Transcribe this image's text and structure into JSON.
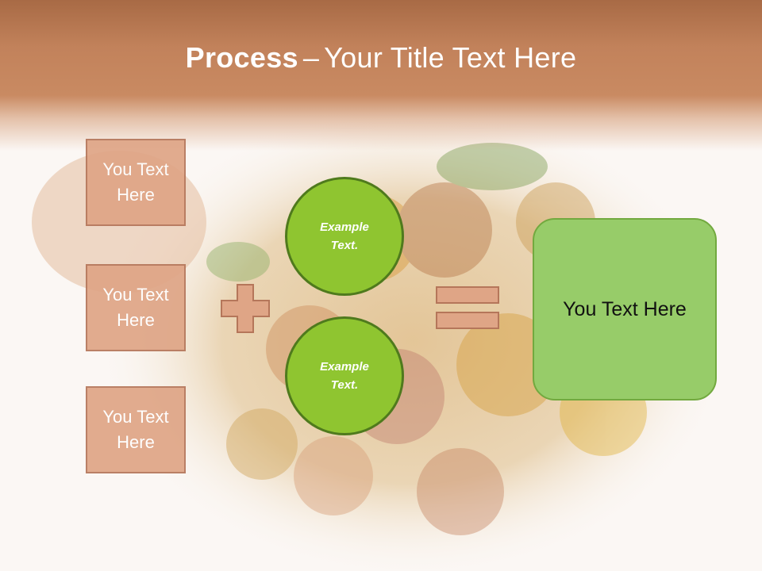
{
  "title": {
    "bold": "Process",
    "separator": "–",
    "rest": "Your Title Text Here"
  },
  "input_boxes": [
    {
      "line1": "You Text",
      "line2": "Here"
    },
    {
      "line1": "You Text",
      "line2": "Here"
    },
    {
      "line1": "You Text",
      "line2": "Here"
    }
  ],
  "circles": [
    {
      "line1": "Example",
      "line2": "Text."
    },
    {
      "line1": "Example",
      "line2": "Text."
    }
  ],
  "result_box": {
    "text": "You Text Here"
  },
  "operators": {
    "plus": "plus-icon",
    "equals": "equals-icon"
  },
  "colors": {
    "header": "#c2825b",
    "box_fill": "#dfa586",
    "circle_fill": "#8fc530",
    "result_fill": "#97cc69"
  }
}
